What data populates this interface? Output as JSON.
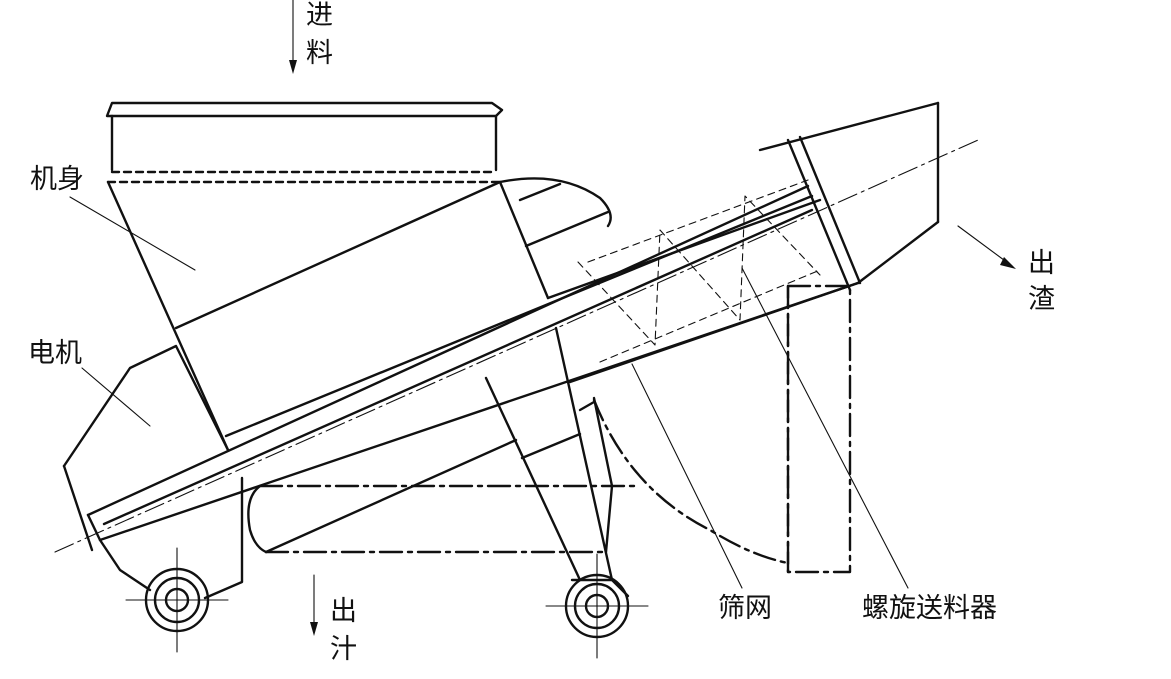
{
  "labels": {
    "feed_in": [
      "进",
      "料"
    ],
    "machine_body": "机身",
    "motor": "电机",
    "slag_out": [
      "出",
      "渣"
    ],
    "juice_out": [
      "出",
      "汁"
    ],
    "screen": "筛网",
    "screw_feeder": "螺旋送料器"
  }
}
